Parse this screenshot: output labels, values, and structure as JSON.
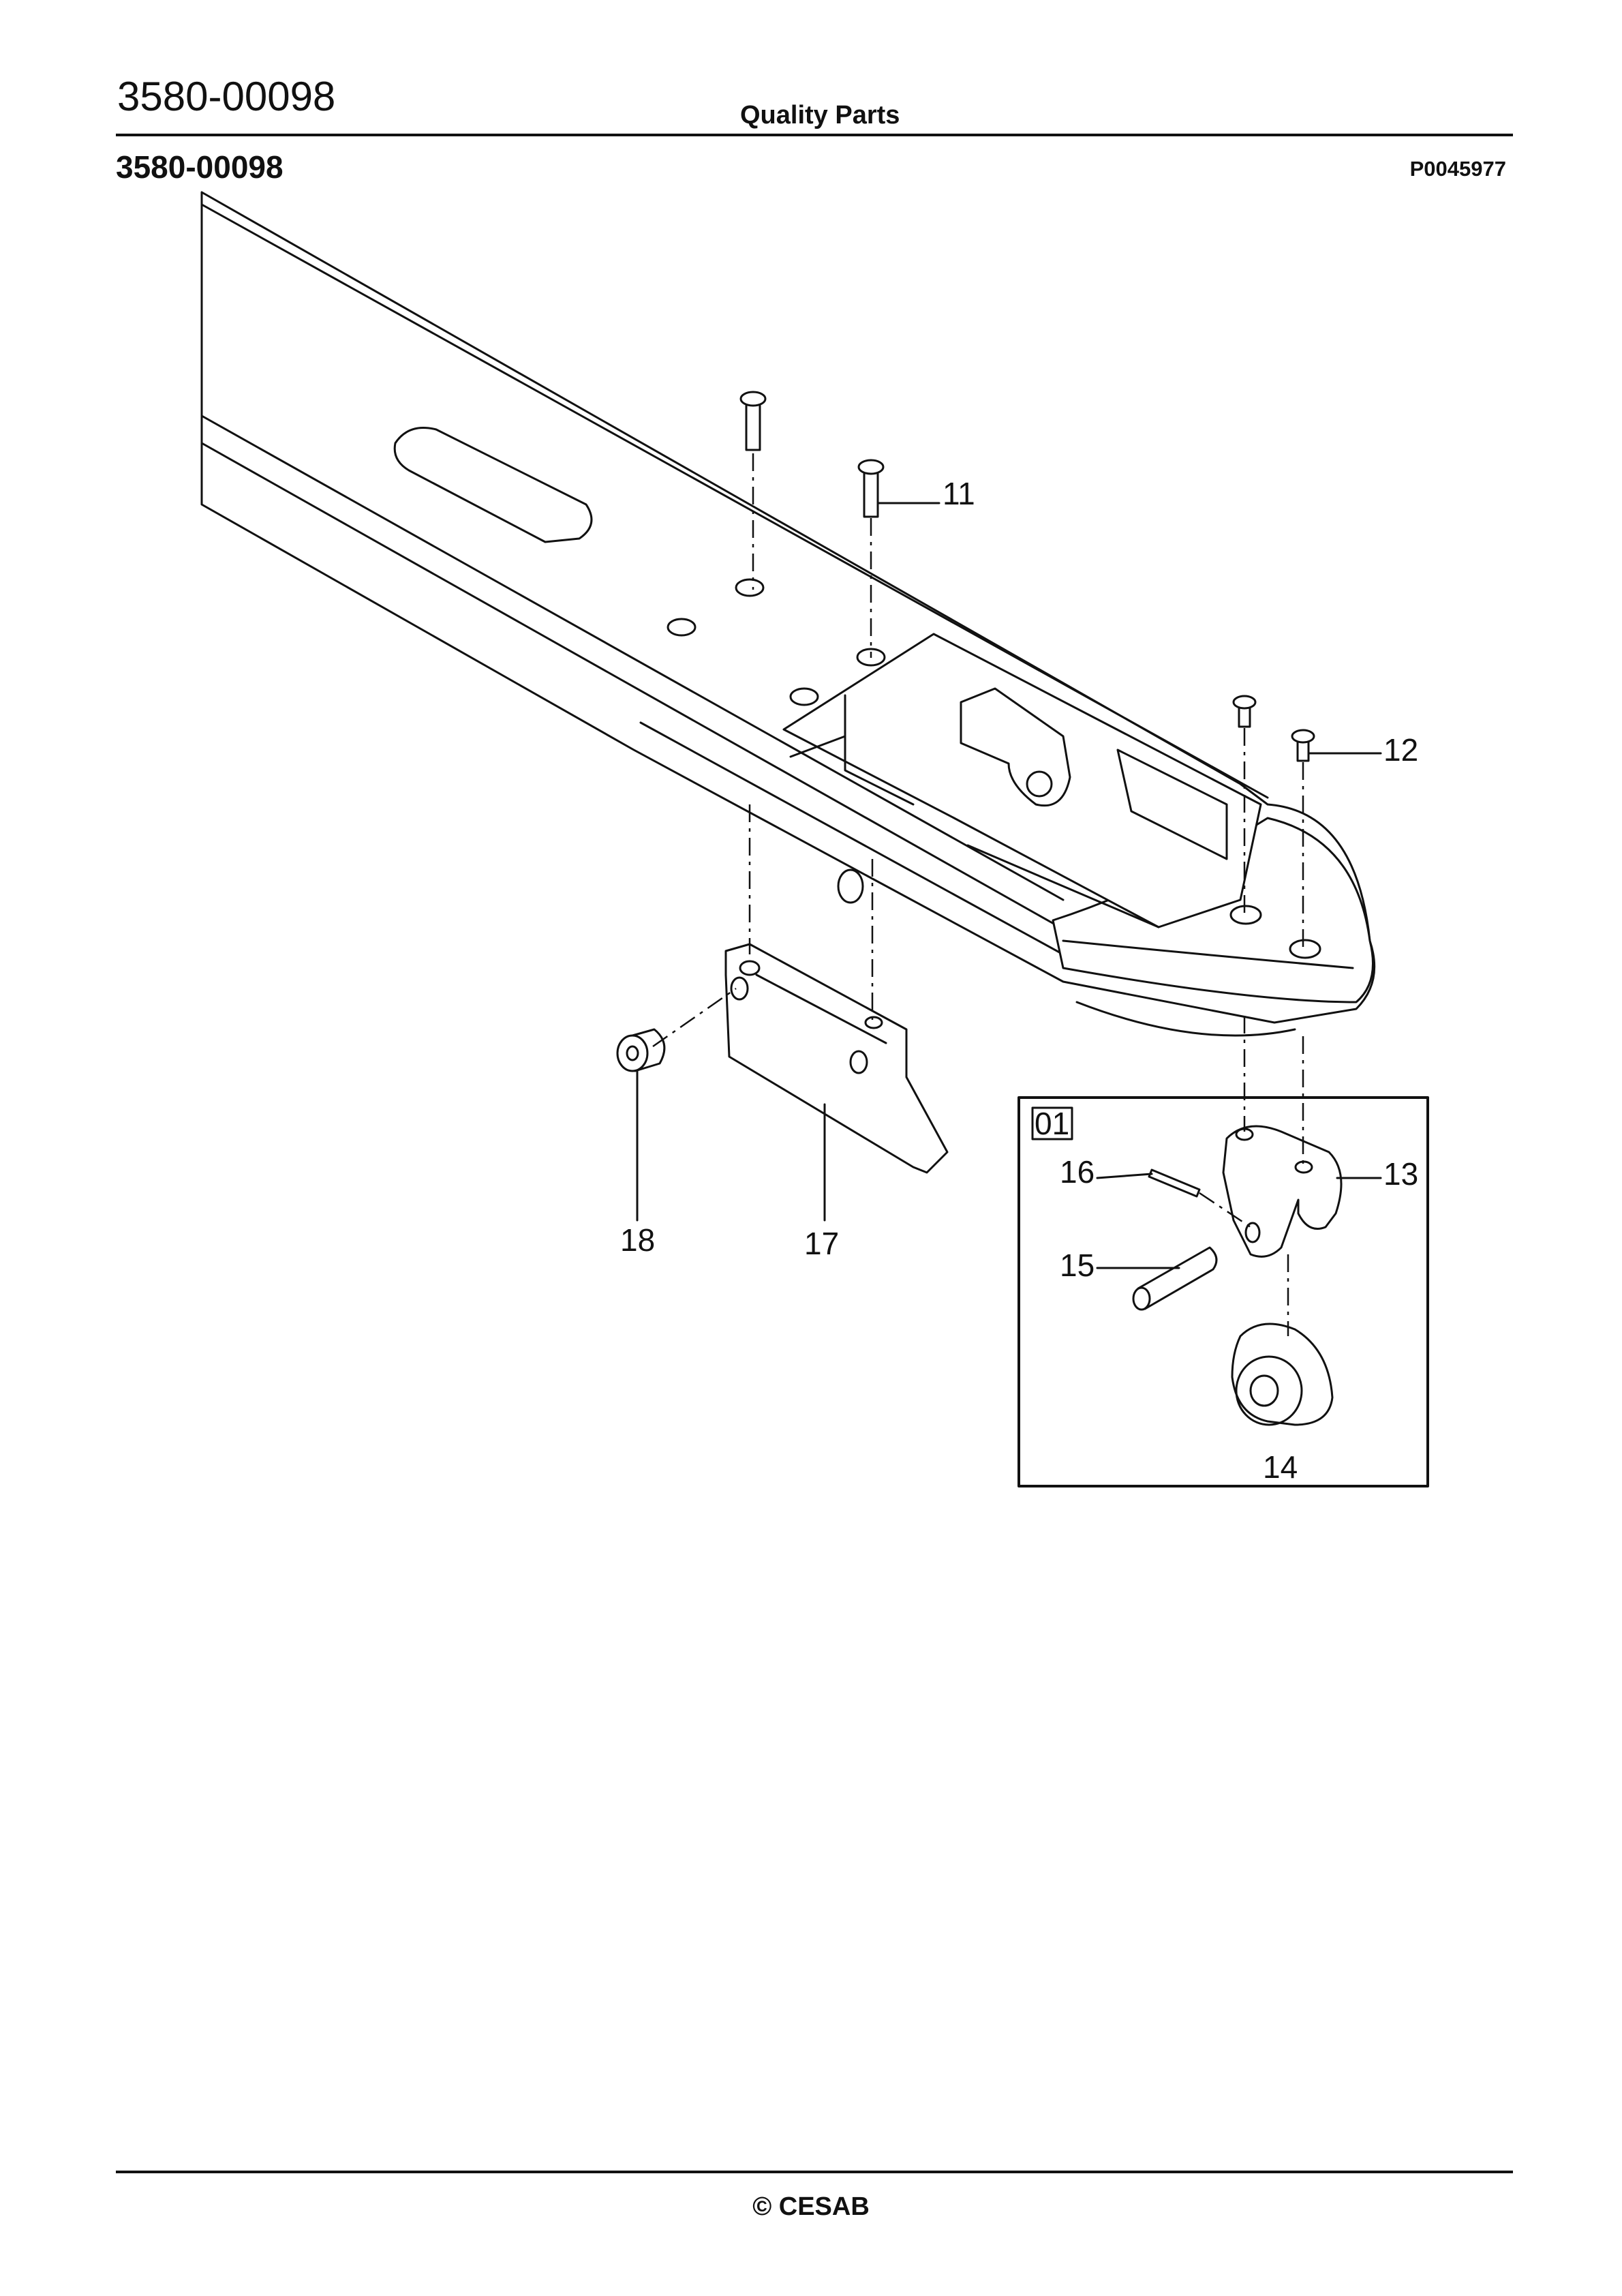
{
  "header": {
    "part_number": "3580-00098",
    "title": "Quality Parts"
  },
  "figure": {
    "part_number": "3580-00098",
    "reference": "P0045977",
    "callouts": {
      "c11": "11",
      "c12": "12",
      "c13": "13",
      "c14": "14",
      "c15": "15",
      "c16": "16",
      "c17": "17",
      "c18": "18"
    },
    "detail_box_label": "01"
  },
  "footer": {
    "copyright_symbol": "©",
    "brand": "CESAB"
  }
}
